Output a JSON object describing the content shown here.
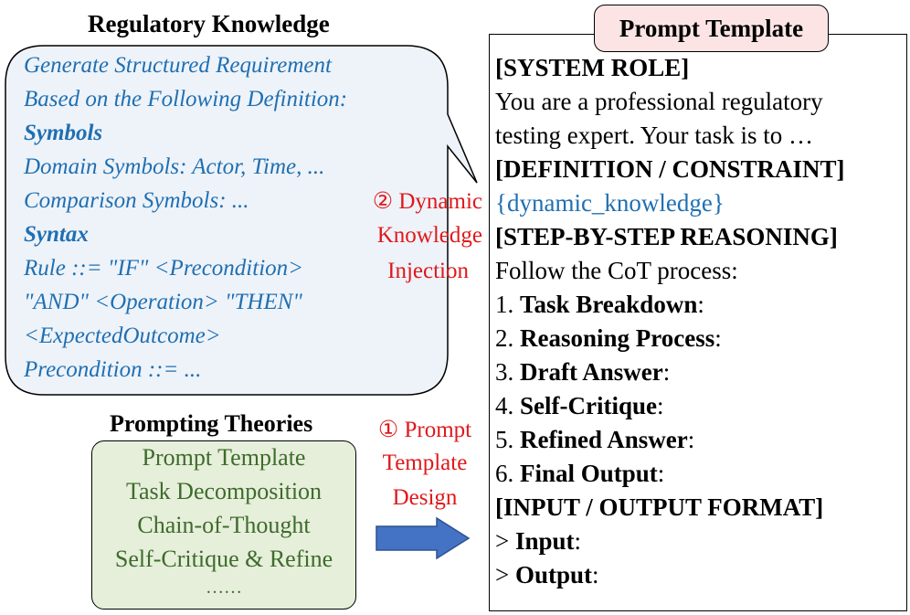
{
  "regulatory": {
    "title": "Regulatory Knowledge",
    "lines": [
      "Generate Structured Requirement",
      "Based on the Following Definition:",
      "Symbols",
      "Domain Symbols: Actor, Time, ...",
      "Comparison Symbols: ...",
      "Syntax",
      "Rule ::= \"IF\" <Precondition>",
      "\"AND\" <Operation> \"THEN\"",
      "<ExpectedOutcome>",
      "Precondition ::= ..."
    ]
  },
  "theories": {
    "title": "Prompting Theories",
    "items": [
      "Prompt Template",
      "Task Decomposition",
      "Chain-of-Thought",
      "Self-Critique & Refine",
      "……"
    ]
  },
  "annotations": {
    "dynamic": [
      "② Dynamic",
      "Knowledge",
      "Injection"
    ],
    "design": [
      "① Prompt",
      "Template",
      "Design"
    ]
  },
  "template": {
    "title": "Prompt Template",
    "system_role": "[SYSTEM ROLE]",
    "role_text_1": "You are a professional regulatory",
    "role_text_2": "testing expert. Your task is to …",
    "definition": "[DEFINITION / CONSTRAINT]",
    "dynamic_knowledge": "{dynamic_knowledge}",
    "reasoning": "[STEP-BY-STEP REASONING]",
    "follow": "Follow the CoT process:",
    "steps": [
      {
        "num": "1. ",
        "label": "Task Breakdown",
        "suffix": ":"
      },
      {
        "num": "2. ",
        "label": "Reasoning Process",
        "suffix": ":"
      },
      {
        "num": "3. ",
        "label": "Draft Answer",
        "suffix": ":"
      },
      {
        "num": "4. ",
        "label": "Self-Critique",
        "suffix": ":"
      },
      {
        "num": "5. ",
        "label": "Refined Answer",
        "suffix": ":"
      },
      {
        "num": "6. ",
        "label": "Final Output",
        "suffix": ":"
      }
    ],
    "io_format": "[INPUT / OUTPUT FORMAT]",
    "io": [
      {
        "prefix": "> ",
        "label": "Input",
        "suffix": ":"
      },
      {
        "prefix": "> ",
        "label": "Output",
        "suffix": ":"
      }
    ]
  },
  "colors": {
    "knowledge_text": "#1f6fb2",
    "bubble_fill": "#eef3f9",
    "theory_fill": "#e6efda",
    "theory_text": "#3d6b2c",
    "annotation": "#e0181b",
    "arrow": "#4472c4",
    "title_box_fill": "#fce4e4"
  }
}
